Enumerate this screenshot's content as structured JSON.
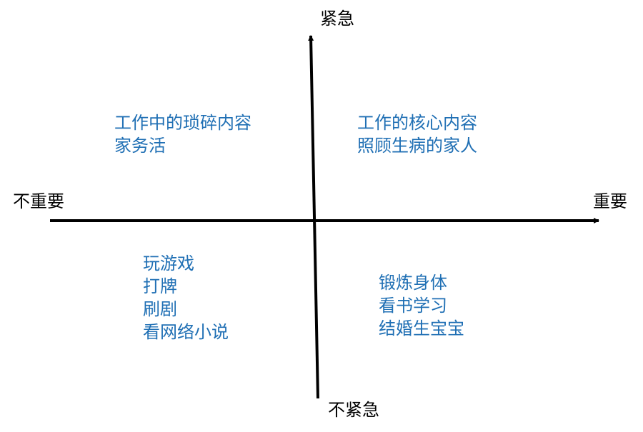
{
  "axes": {
    "top": "紧急",
    "bottom": "不紧急",
    "left": "不重要",
    "right": "重要"
  },
  "quadrants": {
    "top_left": {
      "items": [
        "工作中的琐碎内容",
        "家务活"
      ]
    },
    "top_right": {
      "items": [
        "工作的核心内容",
        "照顾生病的家人"
      ]
    },
    "bottom_left": {
      "items": [
        "玩游戏",
        "打牌",
        "刷剧",
        "看网络小说"
      ]
    },
    "bottom_right": {
      "items": [
        "锻炼身体",
        "看书学习",
        "结婚生宝宝"
      ]
    }
  },
  "colors": {
    "axis": "#000000",
    "item_text": "#1f6fb4"
  }
}
